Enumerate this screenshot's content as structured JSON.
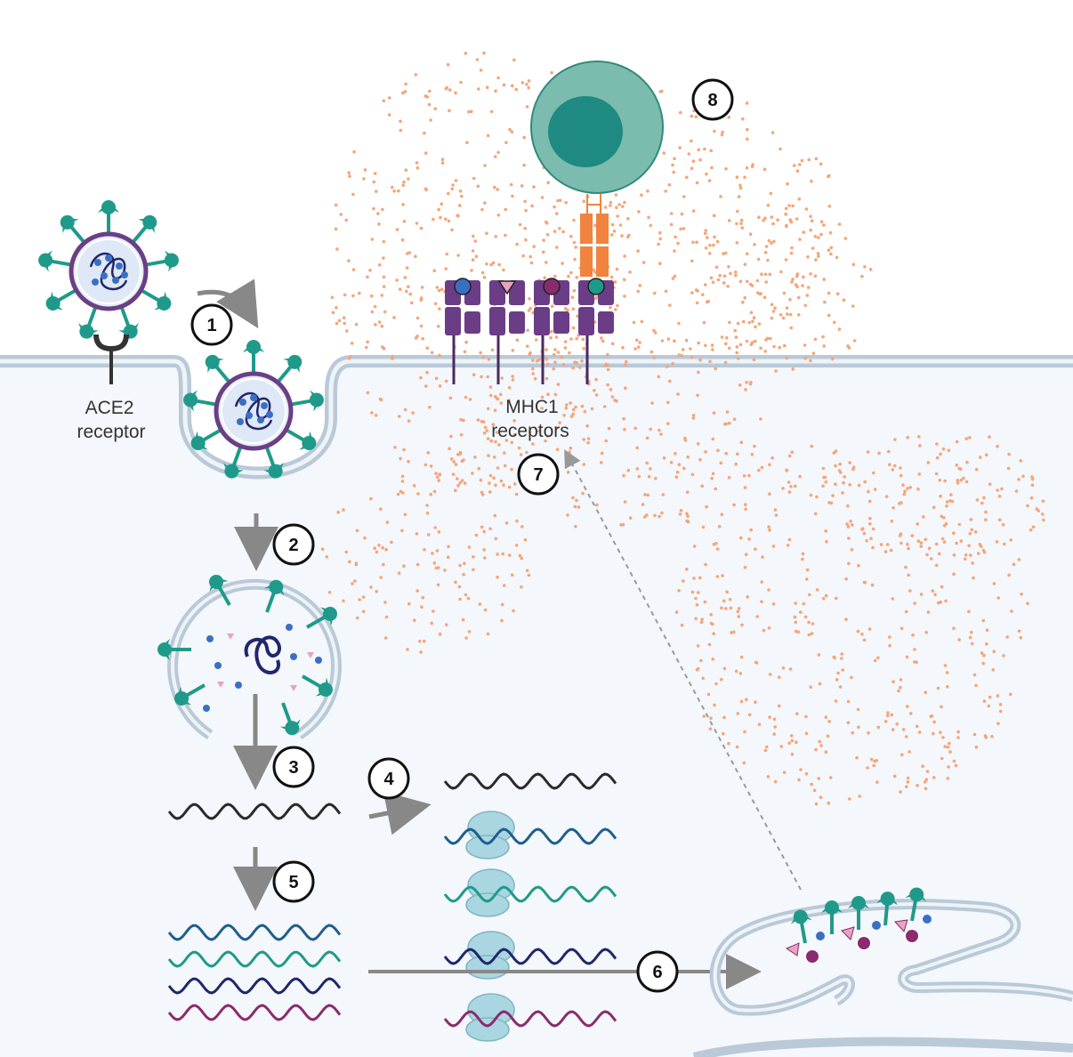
{
  "colors": {
    "cytoplasm": "#f4f7fb",
    "membrane": "#b9c9d8",
    "virus_spike": "#1f9a8a",
    "virus_envelope": "#6a3f86",
    "mhc": "#6b3d87",
    "tcell_outer": "#7bbcae",
    "tcell_nucleus": "#1f8a82",
    "tcr": "#f0843f",
    "cytokine_dots": "#f4a57a",
    "rna_black": "#2a2a2a",
    "rna_blue": "#1f5f8b",
    "rna_teal": "#1f9a8a",
    "rna_navy": "#22266b",
    "rna_magenta": "#8a2b6f",
    "ribosome": "#a9d6e0",
    "arrow": "#888888"
  },
  "labels": {
    "ace2_line1": "ACE2",
    "ace2_line2": "receptor",
    "mhc_line1": "MHC1",
    "mhc_line2": "receptors"
  },
  "steps": [
    "1",
    "2",
    "3",
    "4",
    "5",
    "6",
    "7",
    "8"
  ]
}
